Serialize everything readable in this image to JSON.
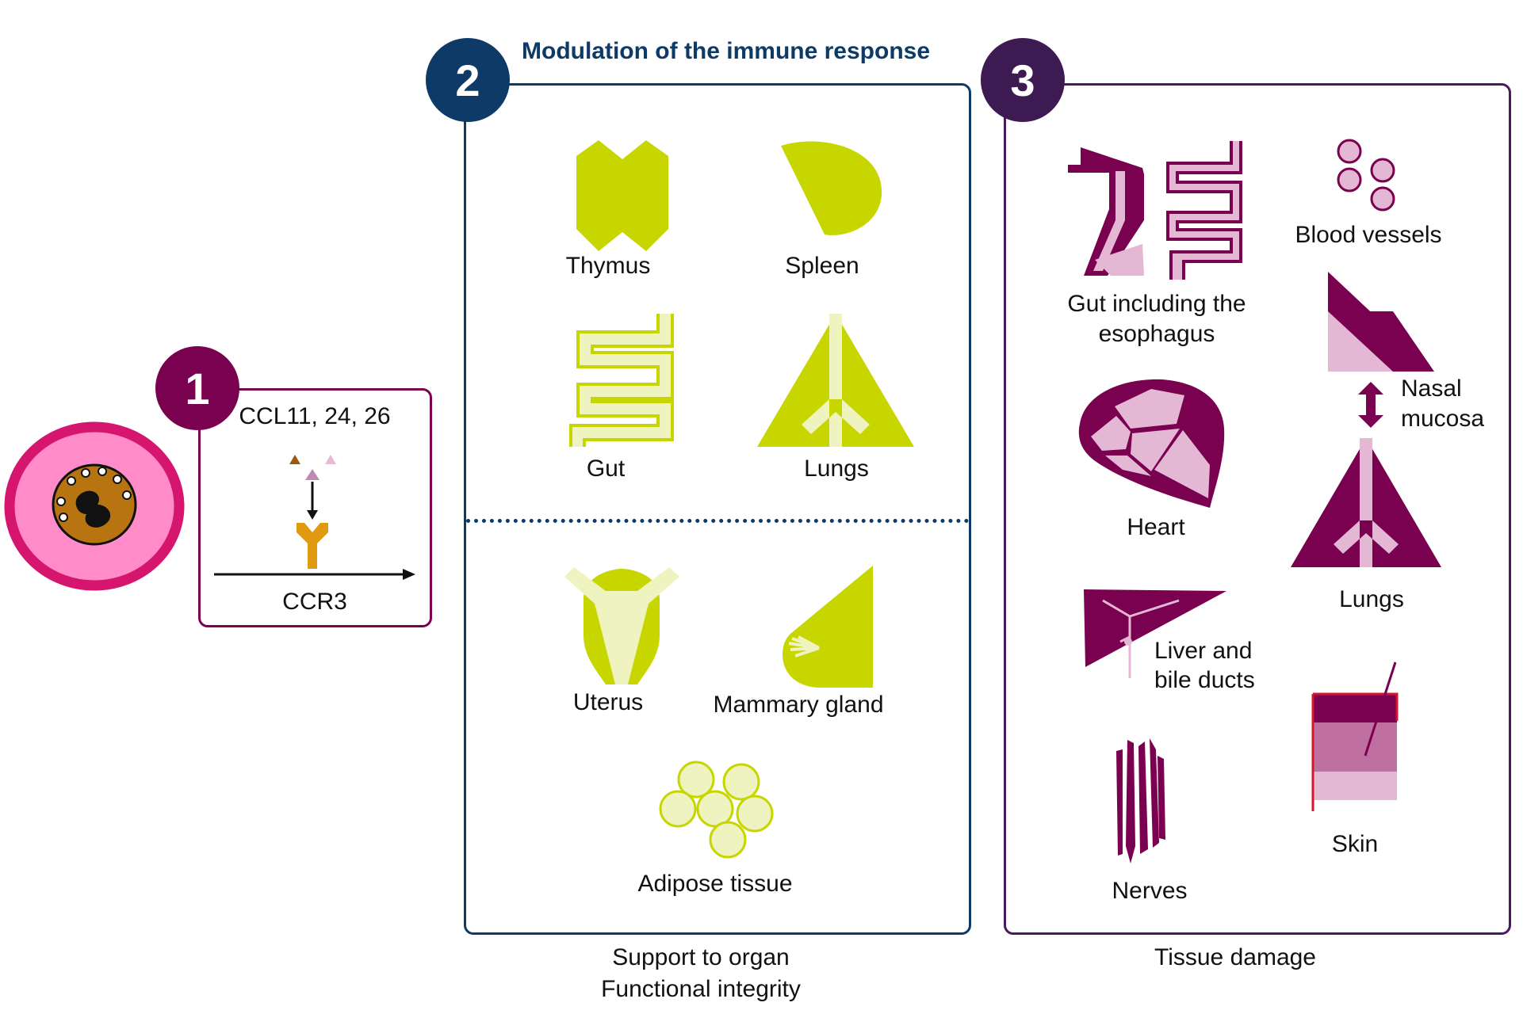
{
  "section1": {
    "number": "1",
    "ligands": "CCL11, 24, 26",
    "receptor": "CCR3"
  },
  "section2": {
    "number": "2",
    "title": "Modulation of the immune response",
    "organs_top": [
      "Thymus",
      "Spleen",
      "Gut",
      "Lungs"
    ],
    "organs_bottom": [
      "Uterus",
      "Mammary gland",
      "Adipose tissue"
    ],
    "caption_line1": "Support to organ",
    "caption_line2": "Functional integrity"
  },
  "section3": {
    "number": "3",
    "organs": [
      "Gut including the",
      "esophagus",
      "Blood vessels",
      "Nasal",
      "mucosa",
      "Heart",
      "Lungs",
      "Liver and",
      "bile ducts",
      "Skin",
      "Nerves"
    ],
    "caption": "Tissue damage"
  },
  "colors": {
    "magenta": "#7a0050",
    "navy": "#0d3a66",
    "purple": "#3d1a52",
    "lime": "#c8d600",
    "lime_light": "#eef3bf",
    "pink_light": "#e4b8d4",
    "cell_pink": "#ff8cc8",
    "cell_border": "#d6156e",
    "nucleus_brown": "#b87410",
    "receptor_orange": "#e09a10"
  },
  "icons": {
    "eosinophil": "eosinophil-cell-icon",
    "ligand": "triangle-ligand-icon",
    "receptor": "y-receptor-icon"
  }
}
